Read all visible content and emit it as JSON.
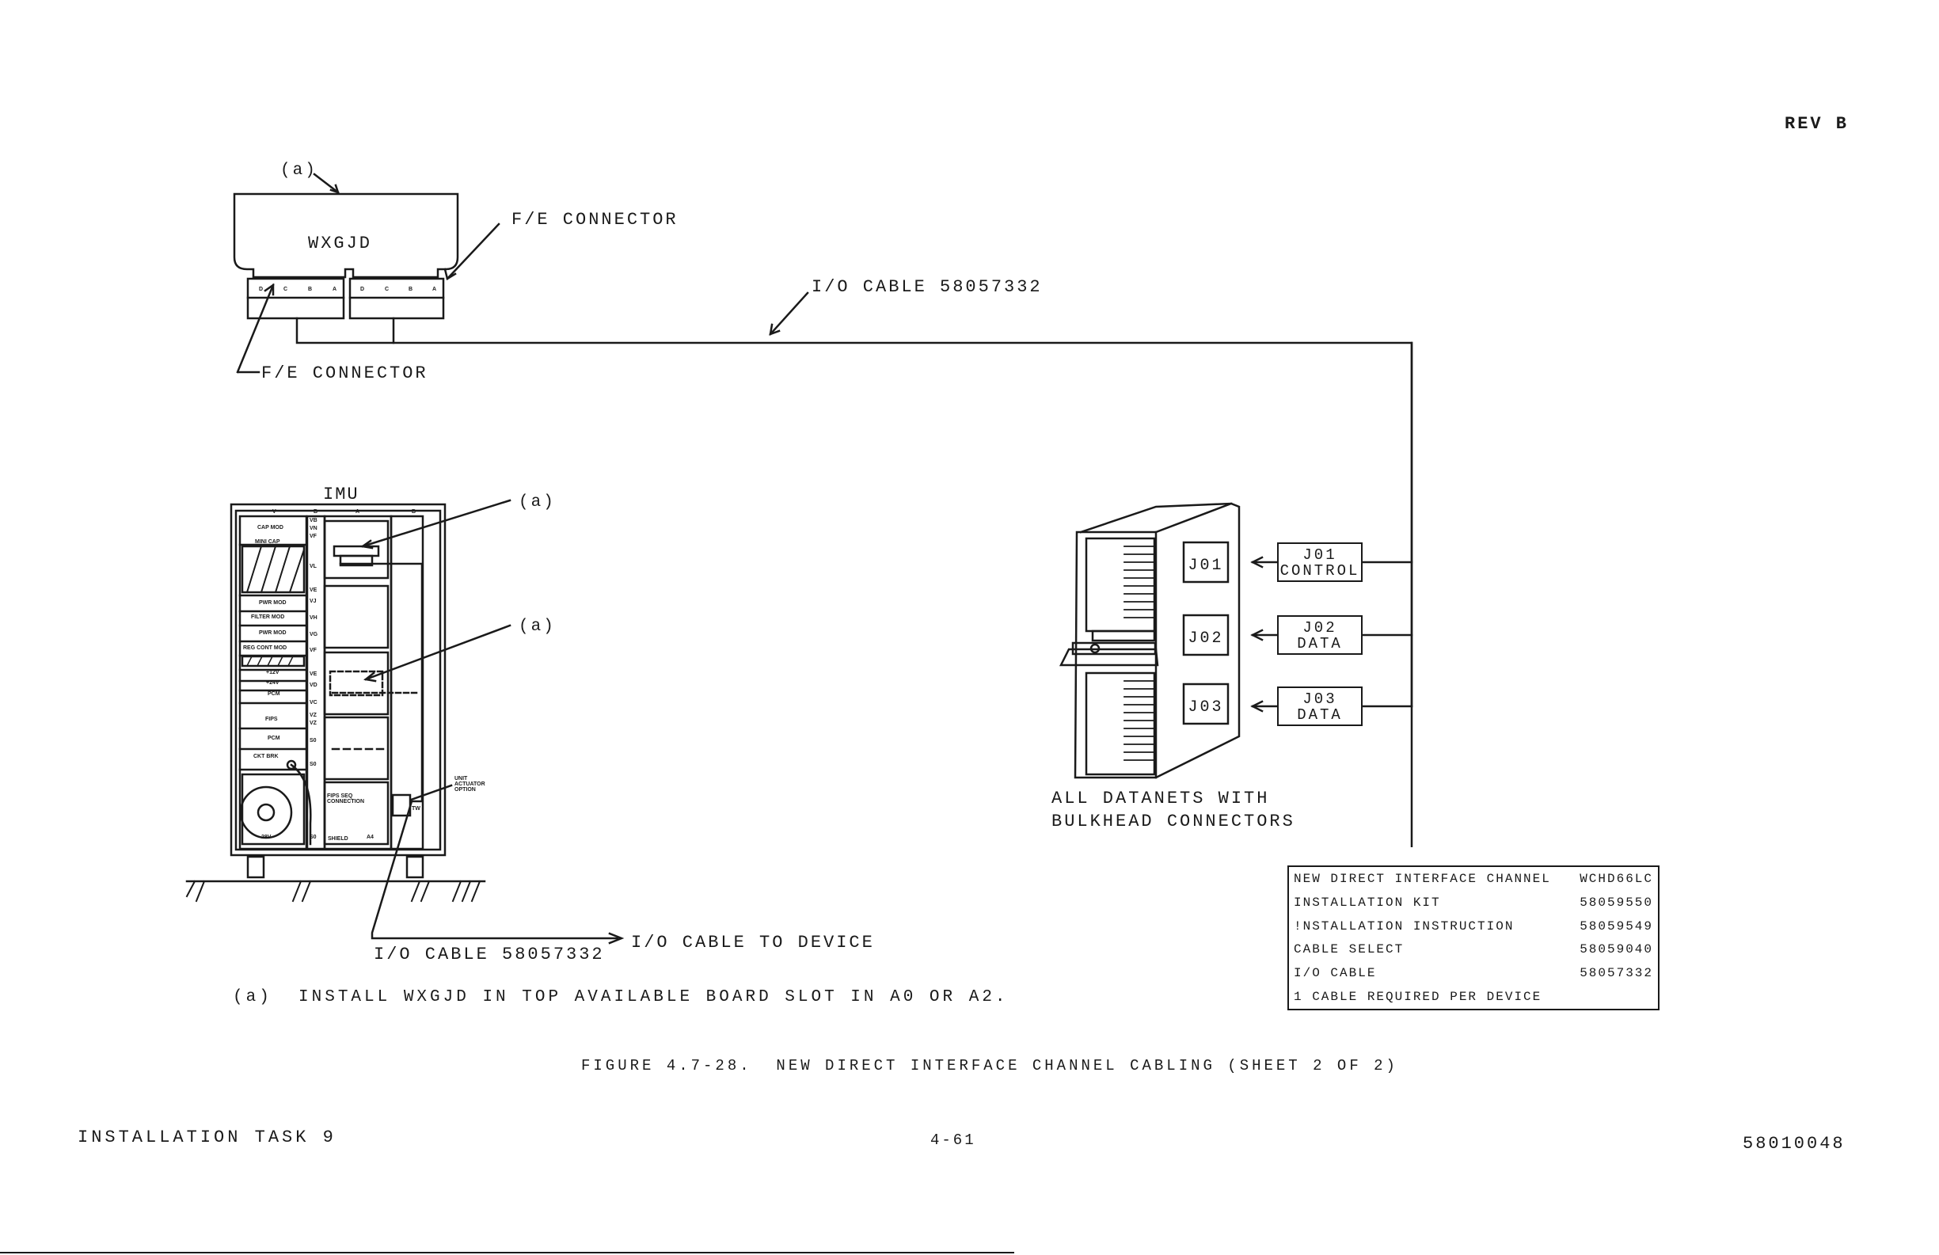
{
  "header": {
    "rev": "REV B"
  },
  "labels": {
    "a_top": "(a)",
    "board_name": "WXGJD",
    "fe_connector_upper": "F/E CONNECTOR",
    "fe_connector_lower": "F/E CONNECTOR",
    "io_cable_upper": "I/O CABLE 58057332",
    "imu": "IMU",
    "a_mid1": "(a)",
    "a_mid2": "(a)",
    "io_cable_lower": "I/O CABLE 58057332",
    "io_cable_device": "I/O CABLE TO DEVICE",
    "note": "(a)  INSTALL WXGJD IN TOP AVAILABLE BOARD SLOT IN A0 OR A2.",
    "datanets_line1": "ALL DATANETS WITH",
    "datanets_line2": "BULKHEAD CONNECTORS"
  },
  "connector_slots": [
    "D",
    "C",
    "B",
    "A",
    "D",
    "C",
    "B",
    "A"
  ],
  "imu_columns": [
    "V",
    "B",
    "A",
    "B"
  ],
  "imu_modules": [
    "CAP MOD",
    "MINI CAP",
    "PWR MOD",
    "FILTER MOD",
    "PWR MOD",
    "REG CONT MOD",
    "+12V",
    "+24V",
    "PCM",
    "FIPS",
    "PCM",
    "CKT BRK",
    "28V"
  ],
  "imu_side_labels": [
    "VB",
    "VN",
    "VF",
    "VL",
    "VE",
    "VJ",
    "VH",
    "VG",
    "VF",
    "VE",
    "VD",
    "VC",
    "VZ",
    "VZ",
    "S0",
    "S0",
    "S0"
  ],
  "imu_misc": {
    "fips_seq": "FIPS SEQ CONNECTION",
    "shield": "SHIELD",
    "a4": "A4",
    "tw": "TW",
    "unit_actuator": "UNIT\nACTUATOR\nOPTION"
  },
  "jacks": [
    {
      "panel": "J01",
      "box_line1": "J01",
      "box_line2": "CONTROL"
    },
    {
      "panel": "J02",
      "box_line1": "J02",
      "box_line2": "DATA"
    },
    {
      "panel": "J03",
      "box_line1": "J03",
      "box_line2": "DATA"
    }
  ],
  "parts_table": [
    {
      "desc": "NEW DIRECT INTERFACE CHANNEL",
      "pn": "WCHD66LC"
    },
    {
      "desc": "INSTALLATION KIT",
      "pn": "58059550"
    },
    {
      "desc": "!NSTALLATION INSTRUCTION",
      "pn": "58059549"
    },
    {
      "desc": "CABLE SELECT",
      "pn": "58059040"
    },
    {
      "desc": "I/O CABLE",
      "pn": "58057332"
    },
    {
      "desc": "1 CABLE REQUIRED PER DEVICE",
      "pn": ""
    }
  ],
  "figure_caption": "FIGURE 4.7-28.  NEW DIRECT INTERFACE CHANNEL CABLING (SHEET 2 OF 2)",
  "footer": {
    "left": "INSTALLATION TASK 9",
    "center": "4-61",
    "right": "58010048"
  }
}
